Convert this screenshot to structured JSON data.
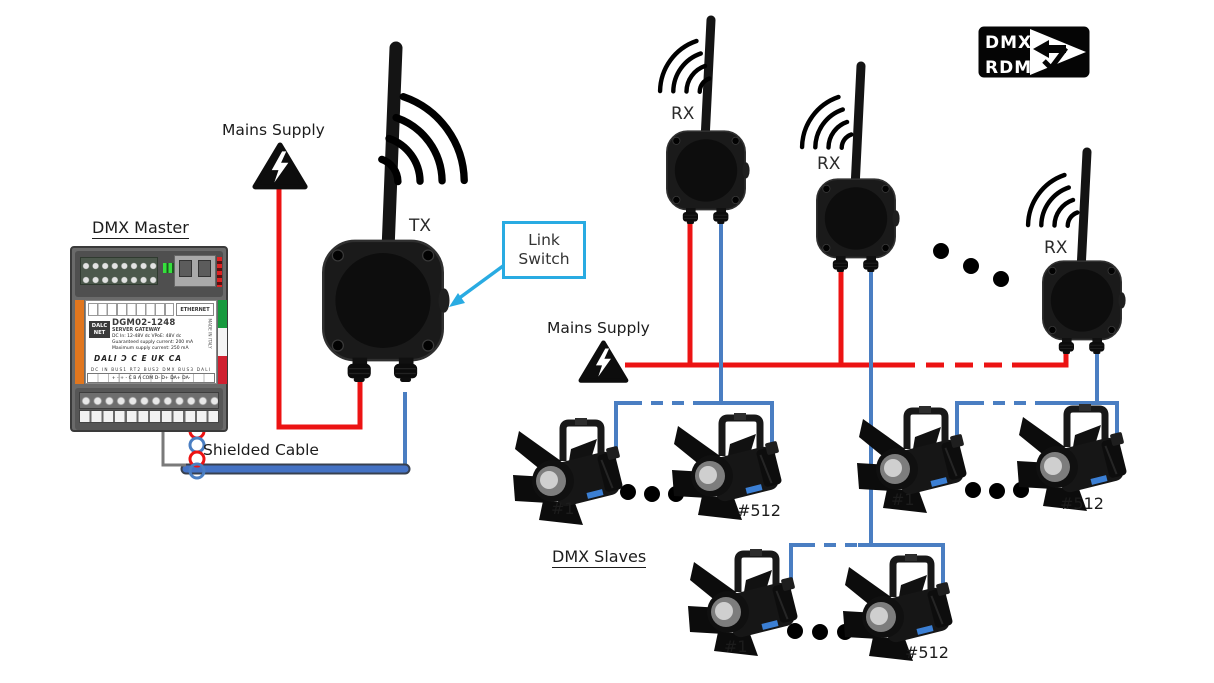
{
  "colors": {
    "power_wire": "#ec1313",
    "data_wire": "#4a7ec2",
    "shield_cable": "#4472c4",
    "callout": "#29abe2"
  },
  "labels": {
    "mains_supply_left": "Mains Supply",
    "mains_supply_right": "Mains Supply",
    "tx": "TX",
    "rx1": "RX",
    "rx2": "RX",
    "rx3": "RX",
    "link_switch_line1": "Link",
    "link_switch_line2": "Switch",
    "shielded_cable": "Shielded Cable"
  },
  "badge": {
    "top": "DMX",
    "bottom": "RDM"
  },
  "master_device": {
    "title": "DMX Master",
    "model": "DGM02-1248",
    "type": "SERVER GATEWAY",
    "spec1": "DC In: 12-48V dc    VPoE: 48V dc",
    "spec2": "Guaranteed supply current: 200 mA",
    "spec3": "Maximum supply current: 250 mA",
    "brand_line1": "DALC",
    "brand_line2": "NET",
    "marks": "DALI  Ɔ  C E  UK CA",
    "ethernet": "ETHERNET",
    "made_in": "MADE IN ITALY",
    "term_groups": "DC IN      BUS1 RT2      BUS2 DMX      BUS3 DALI",
    "terminals": "+ - + - C B A COM D- D+ DA+ DA-"
  },
  "lights": {
    "dmx_slaves_title": "DMX Slaves",
    "groups": [
      {
        "first": "#1",
        "last": "#512"
      },
      {
        "first": "#1",
        "last": "#512"
      },
      {
        "first": "#1",
        "last": "#512"
      }
    ]
  }
}
